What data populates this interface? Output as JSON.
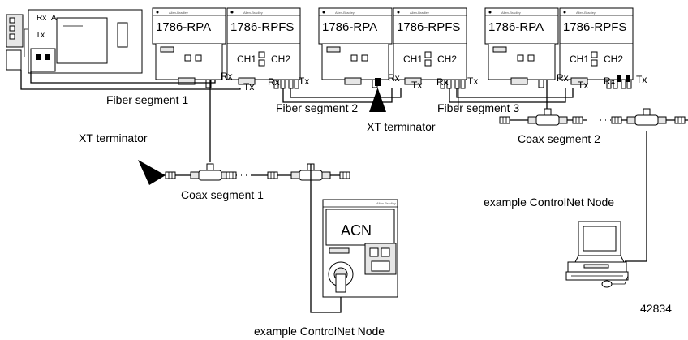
{
  "figure_number": "42834",
  "labels": {
    "fiber1": "Fiber segment 1",
    "fiber2": "Fiber segment 2",
    "fiber3": "Fiber segment 3",
    "xt_terminator": "XT terminator",
    "coax1": "Coax segment 1",
    "coax2": "Coax segment 2",
    "node_bottom": "example ControlNet Node",
    "node_right": "example ControlNet Node"
  },
  "modules": {
    "rpa": "1786-RPA",
    "rpfs": "1786-RPFS",
    "ch1": "CH1",
    "ch2": "CH2"
  },
  "ports": {
    "rx": "Rx",
    "tx": "Tx",
    "a": "A"
  },
  "acn": {
    "name": "ACN",
    "brand": "Allen-Bradley"
  }
}
